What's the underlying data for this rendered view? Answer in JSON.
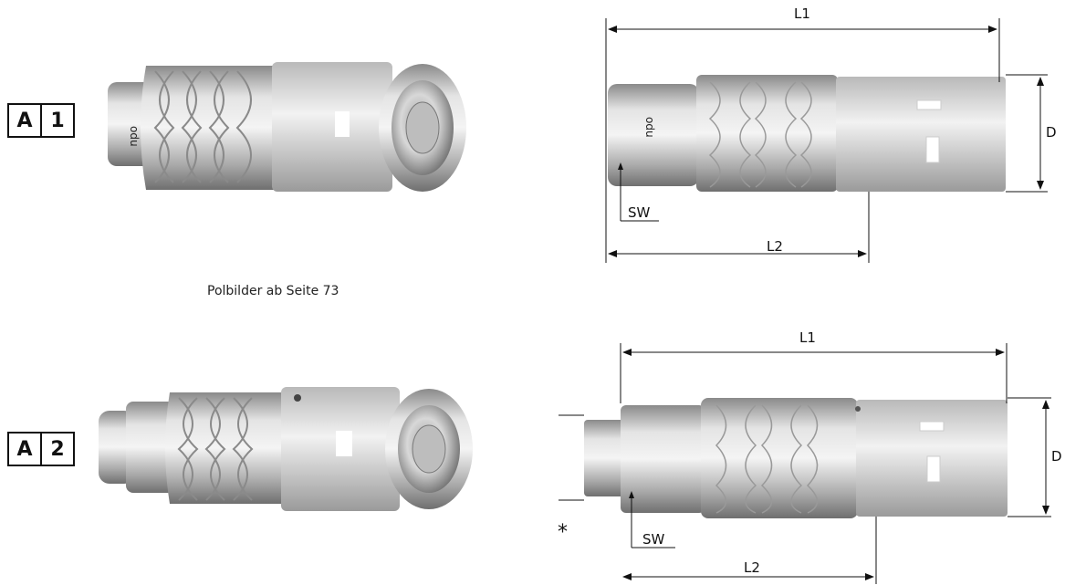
{
  "variants": [
    {
      "code_letter": "A",
      "code_number": "1"
    },
    {
      "code_letter": "A",
      "code_number": "2"
    }
  ],
  "caption": "Polbilder ab Seite  73",
  "dimensions": {
    "overall_length": "L1",
    "sleeve_length": "L2",
    "diameter": "D",
    "wrench_size": "SW",
    "note_marker": "*"
  },
  "logo_text": "odu",
  "colors": {
    "metal_light": "#e6e6e6",
    "metal_mid": "#bdbdbd",
    "metal_dark": "#7a7a7a",
    "line": "#111111"
  }
}
